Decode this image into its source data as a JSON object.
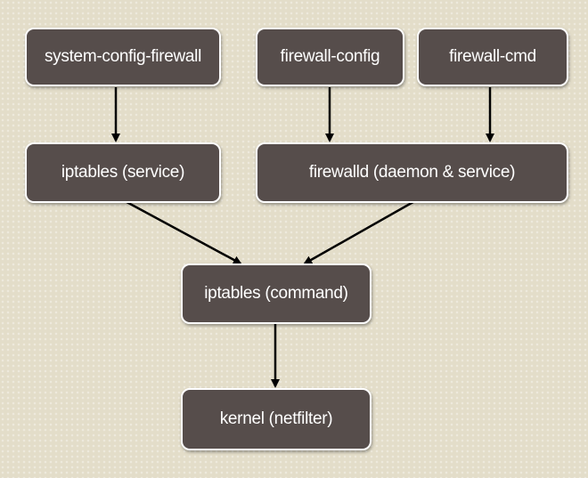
{
  "diagram": {
    "nodes": {
      "system_config_firewall": "system-config-firewall",
      "firewall_config": "firewall-config",
      "firewall_cmd": "firewall-cmd",
      "iptables_service": "iptables (service)",
      "firewalld": "firewalld (daemon & service)",
      "iptables_command": "iptables (command)",
      "kernel": "kernel (netfilter)"
    },
    "edges": [
      {
        "from": "system-config-firewall",
        "to": "iptables (service)"
      },
      {
        "from": "firewall-config",
        "to": "firewalld (daemon & service)"
      },
      {
        "from": "firewall-cmd",
        "to": "firewalld (daemon & service)"
      },
      {
        "from": "iptables (service)",
        "to": "iptables (command)"
      },
      {
        "from": "firewalld (daemon & service)",
        "to": "iptables (command)"
      },
      {
        "from": "iptables (command)",
        "to": "kernel (netfilter)"
      }
    ]
  }
}
